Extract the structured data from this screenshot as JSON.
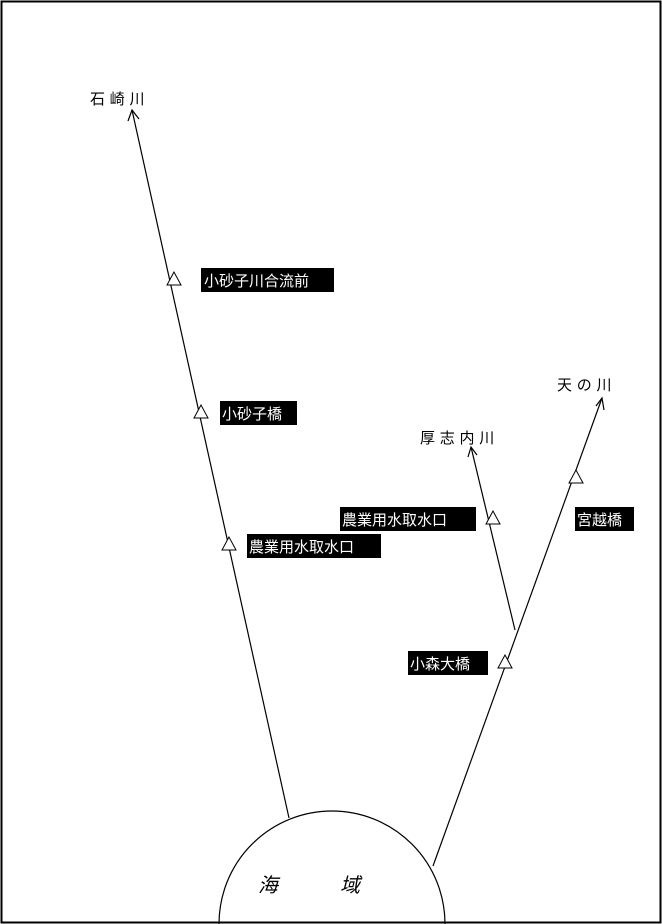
{
  "rivers": {
    "ishizaki": "石 崎 川",
    "atsushinai": "厚 志 内 川",
    "amanokawa": "天 の 川"
  },
  "sea": {
    "char1": "海",
    "char2": "域"
  },
  "stations": {
    "kosagogawa_gouryu": "小砂子川合流前",
    "kosago_bashi": "小砂子橋",
    "nougyou_left": "農業用水取水口",
    "nougyou_right": "農業用水取水口",
    "miyakoshi_bashi": "宮越橋",
    "komori_oohashi": "小森大橋"
  },
  "colors": {
    "line": "#000000",
    "label_bg": "#000000",
    "label_text": "#ffffff"
  }
}
